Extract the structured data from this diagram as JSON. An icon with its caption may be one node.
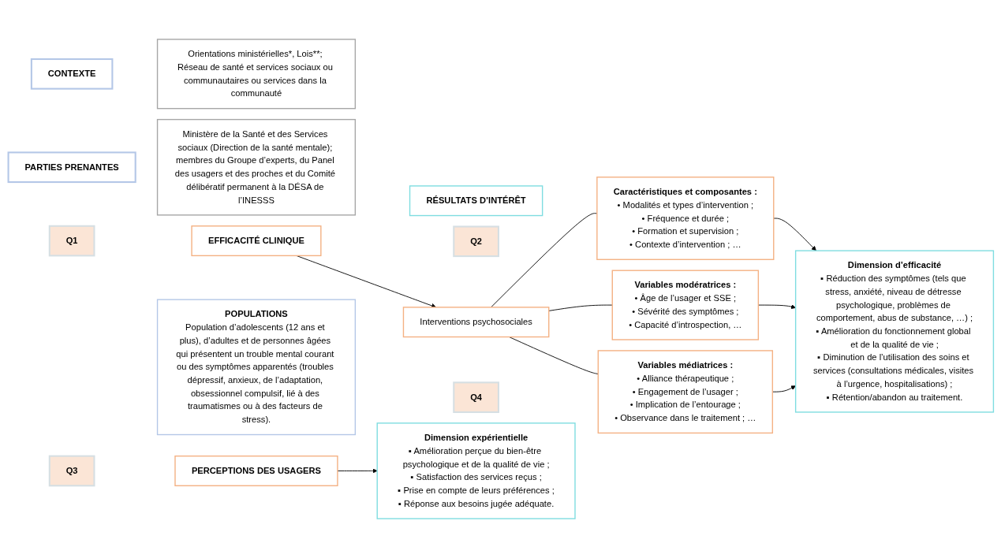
{
  "diagram": {
    "nodes": [
      {
        "text": [
          "CONTEXTE"
        ]
      },
      {
        "text": [
          "Orientations ministérielles*, Lois**; Réseau de santé et services sociaux ou communautaires ou services dans la communauté"
        ]
      },
      {
        "text": [
          "PARTIES PRENANTES"
        ]
      },
      {
        "text": [
          "Ministère de la Santé et des Services sociaux (Direction de la santé mentale); membres du Groupe d’experts, du Panel des usagers et des proches et du Comité délibératif permanent à la DÉSA de l’INESSS"
        ]
      },
      {
        "text": [
          "Q1"
        ]
      },
      {
        "text": [
          "EFFICACITÉ CLINIQUE"
        ]
      },
      {
        "text": [
          "RÉSULTATS D’INTÉRÊT"
        ]
      },
      {
        "text": [
          "POPULATIONS",
          "Population d’adolescents (12 ans et plus), d’adultes et de personnes âgées qui présentent un trouble mental courant ou des symptômes apparentés (troubles dépressif, anxieux, de l’adaptation, obsessionnel compulsif, lié à des traumatismes ou à des facteurs de stress)."
        ]
      },
      {
        "text": [
          "Q2"
        ]
      },
      {
        "text": [
          "Caractéristiques et composantes :",
          "• Modalités et types d’intervention ;",
          "• Fréquence et durée ;",
          "• Formation et supervision ;",
          "• Contexte d’intervention ; …"
        ]
      },
      {
        "text": [
          "Interventions psychosociales"
        ]
      },
      {
        "text": [
          "Variables modératrices :",
          "• Âge de l’usager et SSE ;",
          "• Sévérité des symptômes ;",
          "• Capacité d’introspection, …"
        ]
      },
      {
        "text": [
          "Q4"
        ]
      },
      {
        "text": [
          "Variables médiatrices :",
          "• Alliance thérapeutique ;",
          "• Engagement de l’usager ;",
          "• Implication de l’entourage ;",
          "• Observance dans le traitement ; …"
        ]
      },
      {
        "text": [
          "Dimension d’efficacité",
          "▪ Réduction des symptômes (tels que stress, anxiété, niveau de détresse psychologique, problèmes de comportement, abus de substance, …) ;",
          "▪ Amélioration du fonctionnement global et de la qualité de vie ;",
          "▪ Diminution de l’utilisation des soins et services (consultations médicales, visites à l’urgence, hospitalisations) ;",
          "▪ Rétention/abandon au traitement."
        ]
      },
      {
        "text": [
          "Dimension expérientielle",
          "▪ Amélioration perçue du bien-être psychologique et de la qualité de vie ;",
          "▪ Satisfaction des services reçus ;",
          "▪ Prise en compte de leurs préférences ;",
          "▪ Réponse aux besoins jugée adéquate."
        ]
      },
      {
        "text": [
          "PERCEPTIONS DES USAGERS"
        ]
      },
      {
        "text": [
          "Q3"
        ]
      }
    ],
    "edges": [
      {
        "from": 5,
        "to": 10,
        "arrow": "to"
      },
      {
        "from": 10,
        "to": 9,
        "arrow": "none"
      },
      {
        "from": 10,
        "to": 11,
        "arrow": "none"
      },
      {
        "from": 10,
        "to": 13,
        "arrow": "none"
      },
      {
        "from": 9,
        "to": 14,
        "arrow": "to"
      },
      {
        "from": 11,
        "to": 14,
        "arrow": "to"
      },
      {
        "from": 13,
        "to": 14,
        "arrow": "to"
      },
      {
        "from": 16,
        "to": 15,
        "arrow": "to"
      }
    ]
  }
}
